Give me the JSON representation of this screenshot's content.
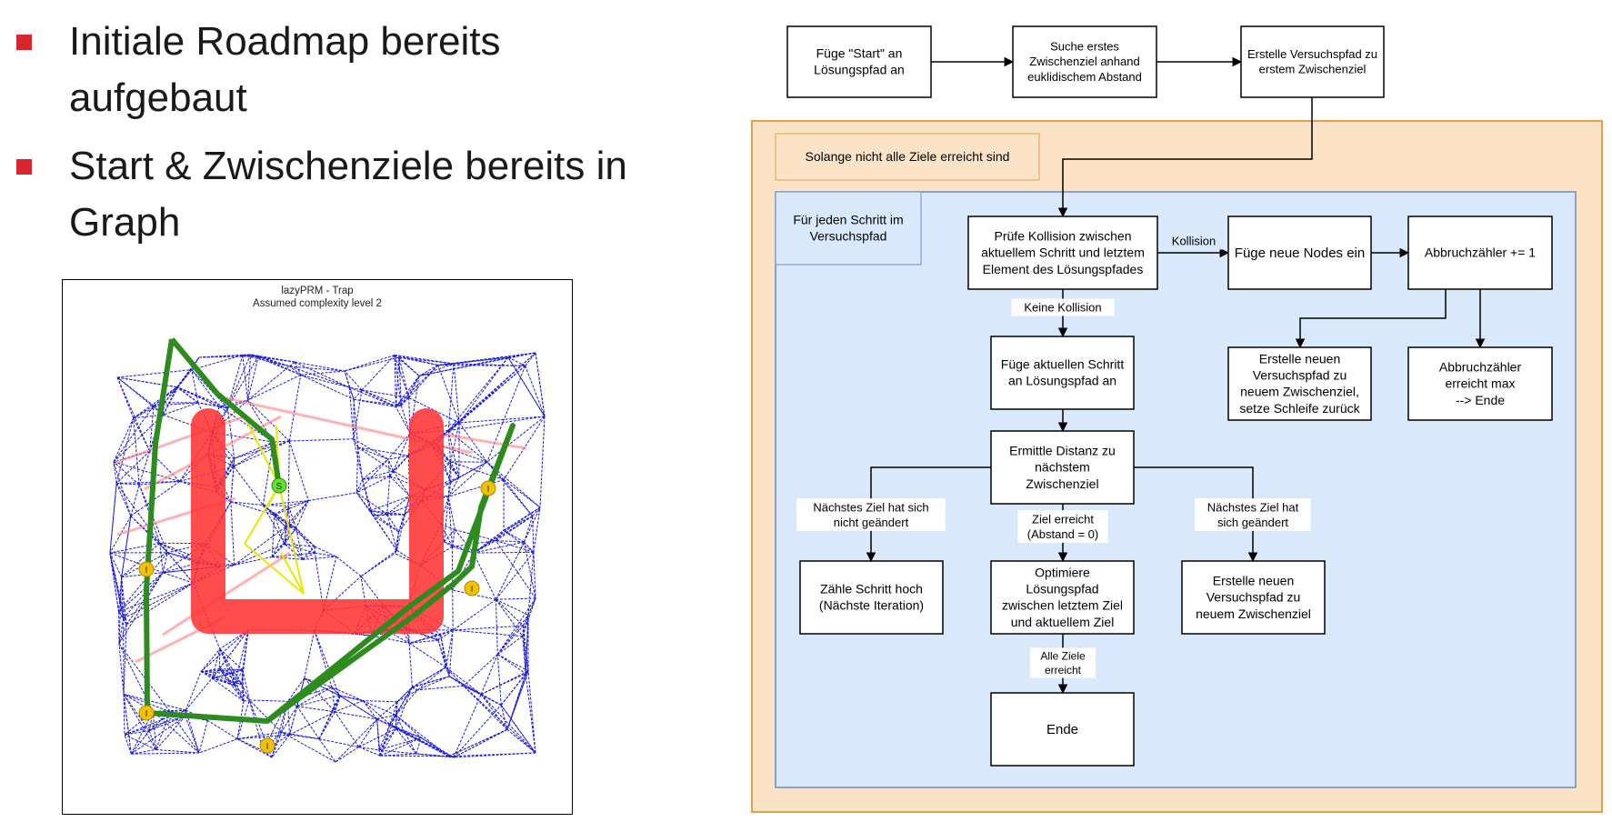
{
  "bullets": [
    {
      "lines": [
        "Initiale Roadmap bereits",
        "aufgebaut"
      ]
    },
    {
      "lines": [
        "Start & Zwischenziele bereits in",
        "Graph"
      ]
    }
  ],
  "plot": {
    "title": "lazyPRM - Trap",
    "subtitle": "Assumed complexity level 2",
    "start_label": "S",
    "goal_label": "I"
  },
  "flowchart": {
    "nodes": {
      "n_start": [
        "Füge \"Start\" an",
        "Lösungspfad an"
      ],
      "n_search": [
        "Suche erstes",
        "Zwischenziel anhand",
        "euklidischem Abstand"
      ],
      "n_trial": [
        "Erstelle Versuchspfad zu",
        "erstem Zwischenziel"
      ],
      "n_loop": [
        "Solange nicht alle Ziele erreicht sind"
      ],
      "n_step": [
        "Für jeden Schritt im",
        "Versuchspfad"
      ],
      "n_check": [
        "Prüfe Kollision zwischen",
        "aktuellem Schritt und letztem",
        "Element des Lösungspfades"
      ],
      "n_add_nodes": [
        "Füge neue Nodes ein"
      ],
      "n_abort_inc": [
        "Abbruchzähler += 1"
      ],
      "n_new_trial": [
        "Erstelle neuen",
        "Versuchspfad zu",
        "neuem Zwischenziel,",
        "setze Schleife zurück"
      ],
      "n_abort_max": [
        "Abbruchzähler",
        "erreicht max",
        "--> Ende"
      ],
      "n_append": [
        "Füge aktuellen Schritt",
        "an Lösungspfad an"
      ],
      "n_dist": [
        "Ermittle Distanz zu",
        "nächstem",
        "Zwischenziel"
      ],
      "n_count": [
        "Zähle Schritt hoch",
        "(Nächste Iteration)"
      ],
      "n_optimize": [
        "Optimiere",
        "Lösungspfad",
        "zwischen letztem Ziel",
        "und aktuellem Ziel"
      ],
      "n_new_trial2": [
        "Erstelle neuen",
        "Versuchspfad zu",
        "neuem Zwischenziel"
      ],
      "n_end": [
        "Ende"
      ]
    },
    "edge_labels": {
      "kollision": [
        "Kollision"
      ],
      "keine_kollision": [
        "Keine Kollision"
      ],
      "not_changed": [
        "Nächstes Ziel hat sich",
        "nicht geändert"
      ],
      "reached": [
        "Ziel erreicht",
        "(Abstand = 0)"
      ],
      "changed": [
        "Nächstes Ziel hat",
        "sich geändert"
      ],
      "all_reached": [
        "Alle Ziele",
        "erreicht"
      ]
    }
  },
  "colors": {
    "bullet": "#d9262e",
    "roadmap_edges": "#1a1adb",
    "path": "#2e8b1e",
    "obstacle": "#ff3333",
    "collision_edges": "#ff8080",
    "trial_edges": "#e8e800",
    "goal_marker": "#f2c200",
    "start_marker": "#66dd33",
    "loop_fill": "#fde3c6",
    "loop_border": "#e0a050",
    "inner_fill": "#dae8fc",
    "inner_border": "#6c8ebf"
  }
}
